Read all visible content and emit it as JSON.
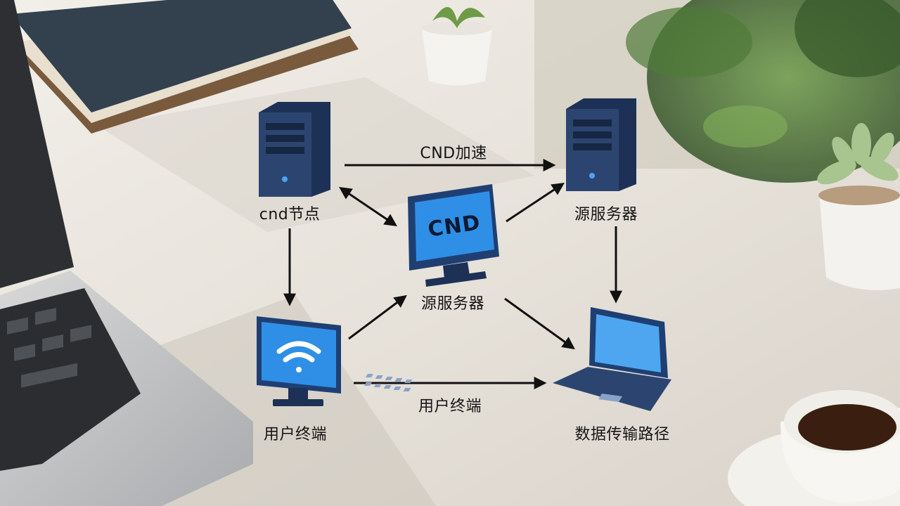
{
  "diagram": {
    "nodes": {
      "cdn_node": {
        "label": "cnd节点"
      },
      "origin_top": {
        "label": "源服务器"
      },
      "center_monitor": {
        "screen_text": "CND",
        "label": "源服务器"
      },
      "user_terminal": {
        "label": "用户终端"
      },
      "laptop": {
        "label": "数据传输路径"
      }
    },
    "edges": {
      "top": {
        "label": "CND加速"
      },
      "bottom": {
        "label": "用户终端"
      }
    }
  },
  "colors": {
    "server_body": "#2c4570",
    "server_dark": "#1d3157",
    "screen_blue": "#2f8fe6",
    "monitor_frame": "#1f3f73",
    "arrow": "#111111"
  },
  "icons": [
    "server-icon",
    "monitor-icon",
    "wifi-icon",
    "laptop-icon"
  ]
}
